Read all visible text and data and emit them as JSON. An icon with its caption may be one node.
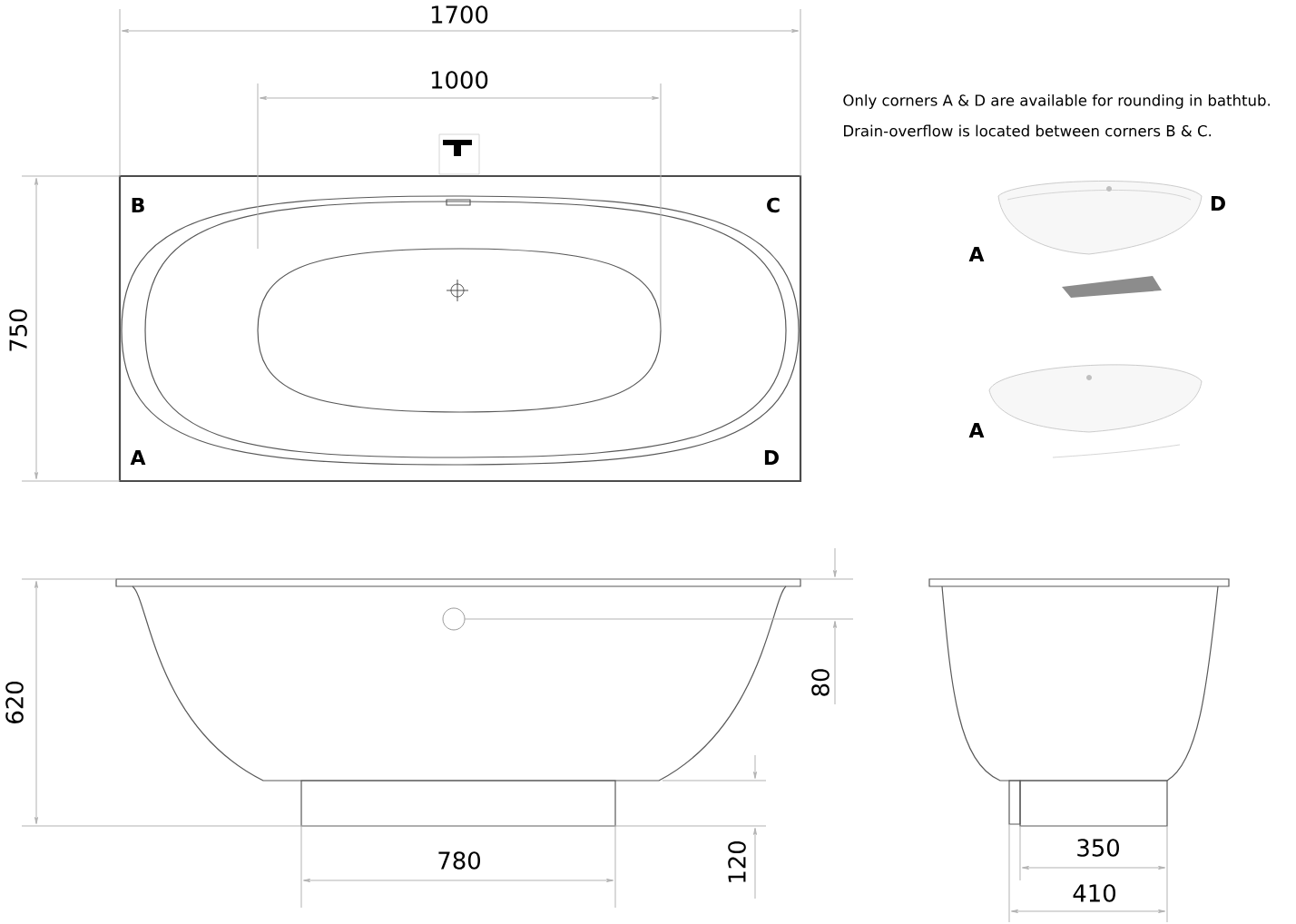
{
  "diagram": {
    "labels": [
      "1700",
      "1000",
      "Only corners A & D are available for rounding in bathtub.",
      "Drain-overflow is located between corners B & C.",
      "B",
      "C",
      "D",
      "A",
      "750",
      "A",
      "D",
      "A",
      "620",
      "80",
      "780",
      "120",
      "350",
      "410"
    ]
  }
}
